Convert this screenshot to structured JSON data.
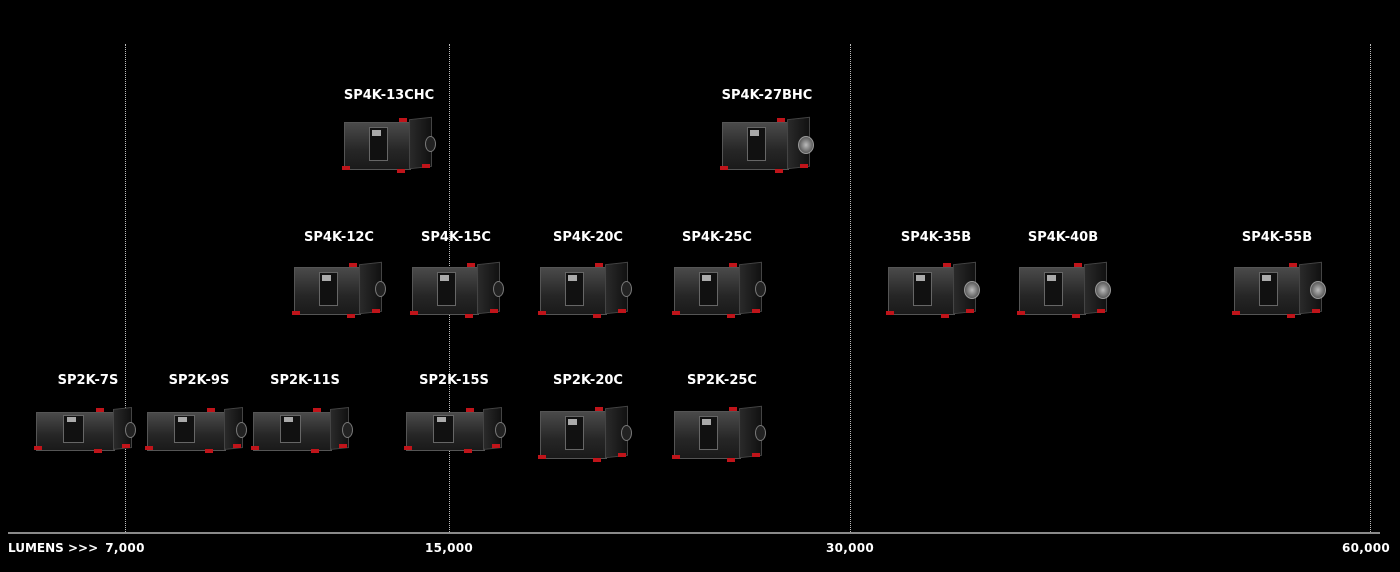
{
  "axis": {
    "title": "LUMENS >>>",
    "ticks": [
      "7,000",
      "15,000",
      "30,000",
      "60,000"
    ]
  },
  "colors": {
    "background": "#000000",
    "accent": "#c0141a",
    "text": "#ffffff"
  },
  "projectors": {
    "sp4k_13chc": "SP4K-13CHC",
    "sp4k_27bhc": "SP4K-27BHC",
    "sp4k_12c": "SP4K-12C",
    "sp4k_15c": "SP4K-15C",
    "sp4k_20c": "SP4K-20C",
    "sp4k_25c": "SP4K-25C",
    "sp4k_35b": "SP4K-35B",
    "sp4k_40b": "SP4K-40B",
    "sp4k_55b": "SP4K-55B",
    "sp2k_7s": "SP2K-7S",
    "sp2k_9s": "SP2K-9S",
    "sp2k_11s": "SP2K-11S",
    "sp2k_15s": "SP2K-15S",
    "sp2k_20c": "SP2K-20C",
    "sp2k_25c": "SP2K-25C"
  }
}
